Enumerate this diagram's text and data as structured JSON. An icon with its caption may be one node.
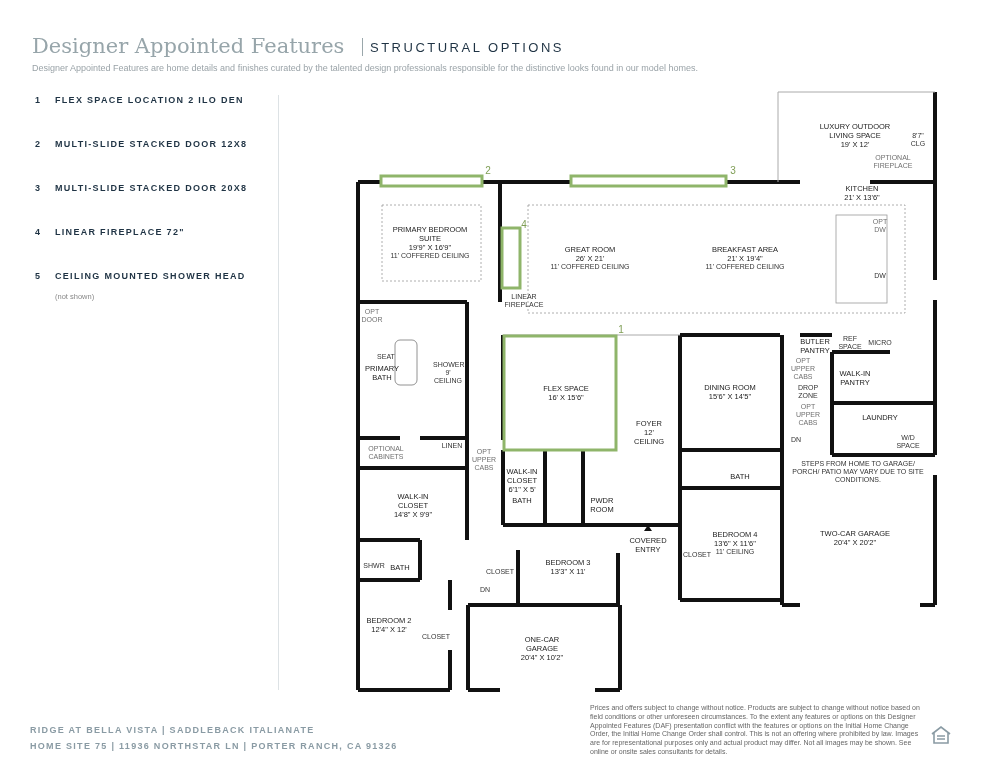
{
  "diagram": {
    "title": "Designer Appointed Features",
    "nodes": [
      {
        "text": [
          "LUXURY OUTDOOR LIVING SPACE",
          "19' X 12'"
        ]
      },
      {
        "text": [
          "KITCHEN",
          "21' X 13'6\""
        ]
      },
      {
        "text": [
          "PRIMARY BEDROOM SUITE",
          "19'9\" X 16'9\"",
          "11' COFFERED CEILING"
        ]
      },
      {
        "text": [
          "GREAT ROOM",
          "26' X 21'",
          "11' COFFERED CEILING"
        ]
      },
      {
        "text": [
          "BREAKFAST AREA",
          "21' X 19'4\"",
          "11' COFFERED CEILING"
        ]
      },
      {
        "text": [
          "PRIMARY BATH"
        ]
      },
      {
        "text": [
          "FLEX SPACE",
          "16' X 15'6\""
        ]
      },
      {
        "text": [
          "DINING ROOM",
          "15'6\" X 14'5\""
        ]
      },
      {
        "text": [
          "BUTLER PANTRY"
        ]
      },
      {
        "text": [
          "WALK-IN PANTRY"
        ]
      },
      {
        "text": [
          "FOYER",
          "12' CEILING"
        ]
      },
      {
        "text": [
          "LAUNDRY"
        ]
      },
      {
        "text": [
          "WALK-IN CLOSET",
          "14'8\" X 9'9\""
        ]
      },
      {
        "text": [
          "WALK-IN CLOSET",
          "6'1\" X 5'"
        ]
      },
      {
        "text": [
          "BATH"
        ]
      },
      {
        "text": [
          "PWDR ROOM"
        ]
      },
      {
        "text": [
          "BATH"
        ]
      },
      {
        "text": [
          "BATH"
        ]
      },
      {
        "text": [
          "COVERED ENTRY"
        ]
      },
      {
        "text": [
          "BEDROOM 4",
          "13'6\" X 11'6\"",
          "11' CEILING"
        ]
      },
      {
        "text": [
          "TWO-CAR GARAGE",
          "20'4\" X 20'2\""
        ]
      },
      {
        "text": [
          "BEDROOM 3",
          "13'3\" X 11'"
        ]
      },
      {
        "text": [
          "BEDROOM 2",
          "12'4\" X 12'"
        ]
      },
      {
        "text": [
          "ONE-CAR GARAGE",
          "20'4\" X 10'2\""
        ]
      }
    ],
    "labels": [
      "STRUCTURAL OPTIONS",
      "Designer Appointed Features are home details and finishes curated by the talented design professionals responsible for the distinctive looks found in our model homes.",
      "1",
      "FLEX SPACE LOCATION 2 ILO DEN",
      "2",
      "MULTI-SLIDE STACKED DOOR 12X8",
      "3",
      "MULTI-SLIDE STACKED DOOR 20X8",
      "4",
      "LINEAR FIREPLACE 72\"",
      "5",
      "CEILING MOUNTED SHOWER HEAD",
      "(not shown)",
      "8'7\" CLG",
      "OPTIONAL FIREPLACE",
      "2",
      "3",
      "4",
      "OPT DW",
      "DW",
      "LINEAR FIREPLACE",
      "OPT DOOR",
      "SEAT",
      "SHOWER 9' CEILING",
      "1",
      "REF SPACE",
      "MICRO",
      "OPT UPPER CABS",
      "DROP ZONE",
      "OPT UPPER CABS",
      "OPTIONAL CABINETS",
      "LINEN",
      "OPT UPPER CABS",
      "DN",
      "W/D SPACE",
      "STEPS FROM HOME TO GARAGE/ PORCH/ PATIO MAY VARY DUE TO SITE CONDITIONS.",
      "SHWR",
      "CLOSET",
      "CLOSET",
      "DN",
      "CLOSET",
      "RIDGE AT BELLA VISTA | SADDLEBACK ITALIANATE",
      "HOME SITE 75 | 11936 NORTHSTAR LN | PORTER RANCH, CA 91326",
      "Prices and offers subject to change without notice. Products are subject to change without notice based on field conditions or other unforeseen circumstances. To the extent any features or options on this Designer Appointed Features (DAF) presentation conflict with the features or options on the Initial Home Change Order, the Initial Home Change Order shall control. This is not an offering where prohibited by law. Images are for representational purposes only and actual product may differ. Not all images may be shown. See online or onsite sales consultants for details."
    ]
  }
}
